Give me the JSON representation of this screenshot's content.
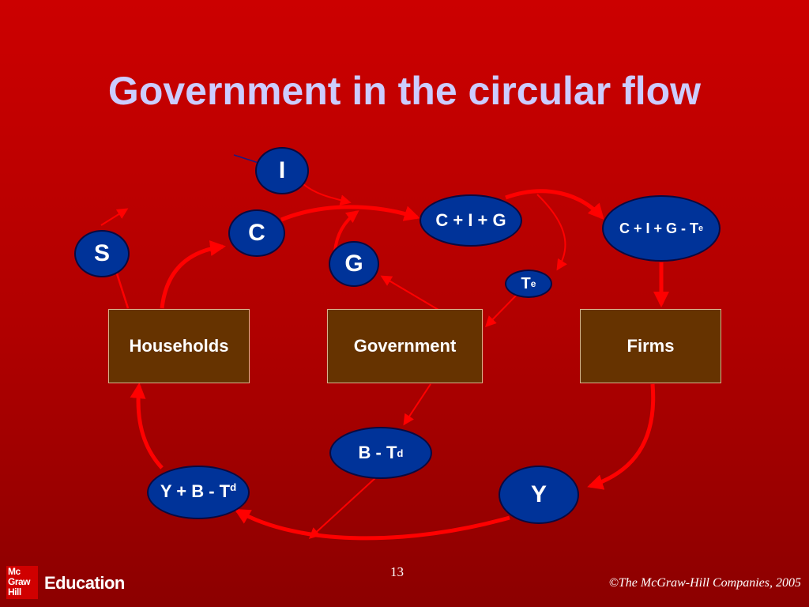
{
  "slide": {
    "title": "Government in the circular flow",
    "page_number": "13",
    "copyright": "©The McGraw-Hill Companies, 2005"
  },
  "branding": {
    "logo_lines": [
      "Mc",
      "Graw",
      "Hill"
    ],
    "education": "Education"
  },
  "nodes": {
    "investment": "I",
    "consumption": "C",
    "savings": "S",
    "govt_spending": "G",
    "total_spending": {
      "main": "C + I + G"
    },
    "net_spending": {
      "main": "C + I + G - T",
      "sub": "e"
    },
    "indirect_tax": {
      "main": "T",
      "sub": "e"
    },
    "transfers": {
      "main": "B - T",
      "sub": "d"
    },
    "disposable_income": {
      "main": "Y + B - T",
      "sub": "d"
    },
    "income": "Y"
  },
  "boxes": {
    "households": "Households",
    "government": "Government",
    "firms": "Firms"
  },
  "colors": {
    "background_top": "#cc0000",
    "background_bottom": "#8c0000",
    "title": "#ccccff",
    "node_fill": "#003399",
    "box_fill": "#663300",
    "arrow": "#ff0000"
  }
}
